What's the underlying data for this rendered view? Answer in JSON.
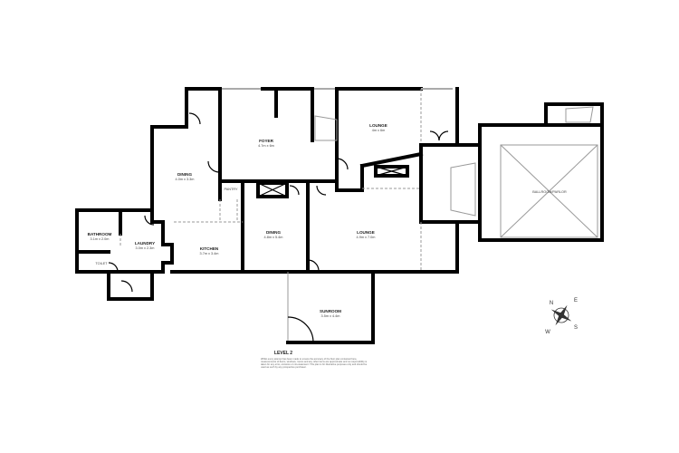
{
  "plan": {
    "level": "LEVEL 2",
    "rooms": [
      {
        "name": "FOYER",
        "size": "4.7m x 6m"
      },
      {
        "name": "LOUNGE",
        "size": "4m x 6m"
      },
      {
        "name": "DINING",
        "size": "4.0m x 3.3m"
      },
      {
        "name": "PANTRY",
        "size": ""
      },
      {
        "name": "DINING",
        "size": "4.8m x 5.4m"
      },
      {
        "name": "LOUNGE",
        "size": "4.9m x 7.0m"
      },
      {
        "name": "KITCHEN",
        "size": "3.7m x 3.4m"
      },
      {
        "name": "LAUNDRY",
        "size": "3.0m x 2.3m"
      },
      {
        "name": "BATHROOM",
        "size": "3.1m x 2.0m"
      },
      {
        "name": "TOILET",
        "size": ""
      },
      {
        "name": "SUNROOM",
        "size": "3.5m x 4.4m"
      },
      {
        "name": "BALLROOM/PARLOR",
        "size": ""
      }
    ],
    "disclaimer": "Whilst every attempt has been made to ensure the accuracy of the floor plan contained here, measurements of doors, windows, rooms and any other items are approximate and no responsibility is taken for any error, omission or mis-statement. This plan is for illustrative purposes only and should be used as such by any prospective purchaser.",
    "compass": {
      "n": "N",
      "e": "E",
      "s": "S",
      "w": "W"
    }
  }
}
